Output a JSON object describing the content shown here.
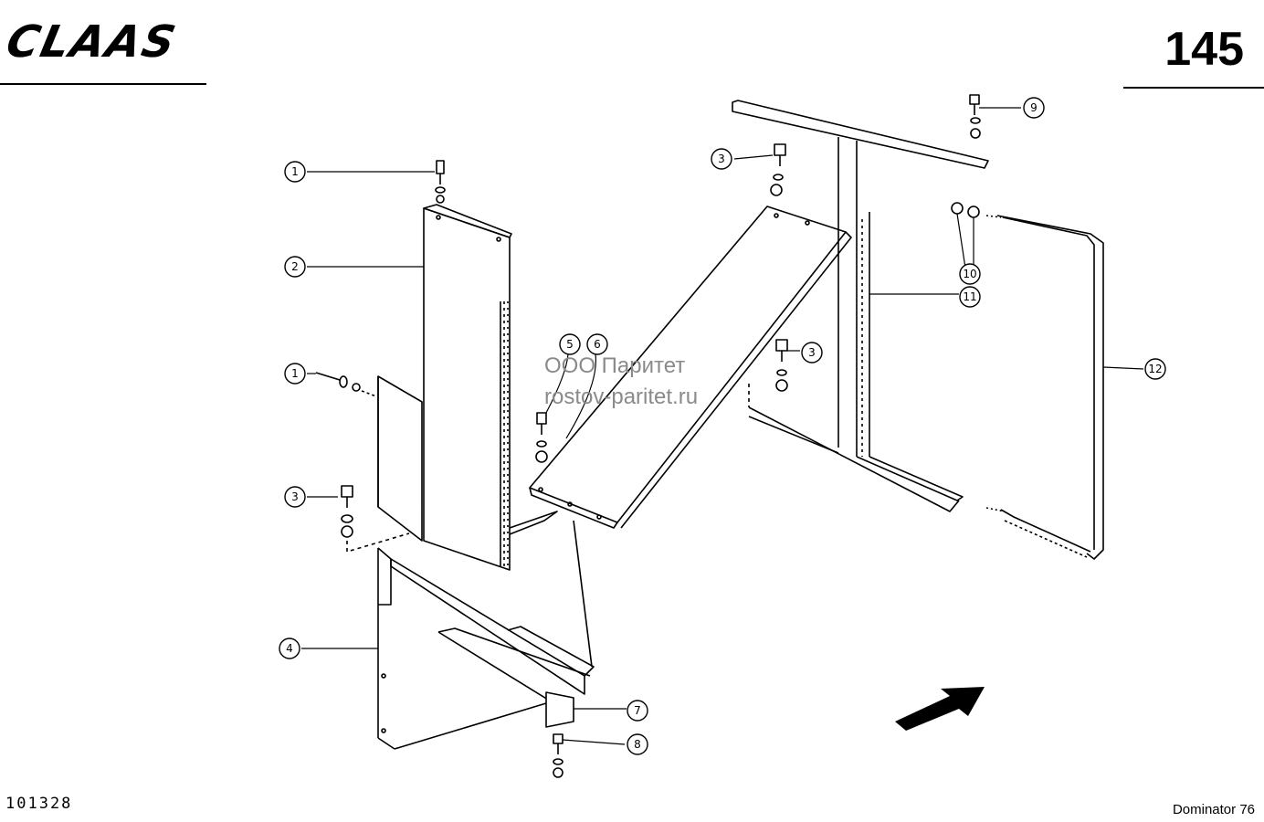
{
  "header": {
    "brand_logo": "CLAAS",
    "page_number": "145"
  },
  "footer": {
    "document_id": "101328",
    "model": "Dominator 76"
  },
  "watermark": {
    "line1": "ООО Паритет",
    "line2": "rostov-paritet.ru"
  },
  "callouts": [
    "1",
    "2",
    "1",
    "3",
    "4",
    "5",
    "6",
    "3",
    "3",
    "7",
    "8",
    "9",
    "10",
    "11",
    "12"
  ],
  "icons": [
    "direction-arrow-icon"
  ]
}
